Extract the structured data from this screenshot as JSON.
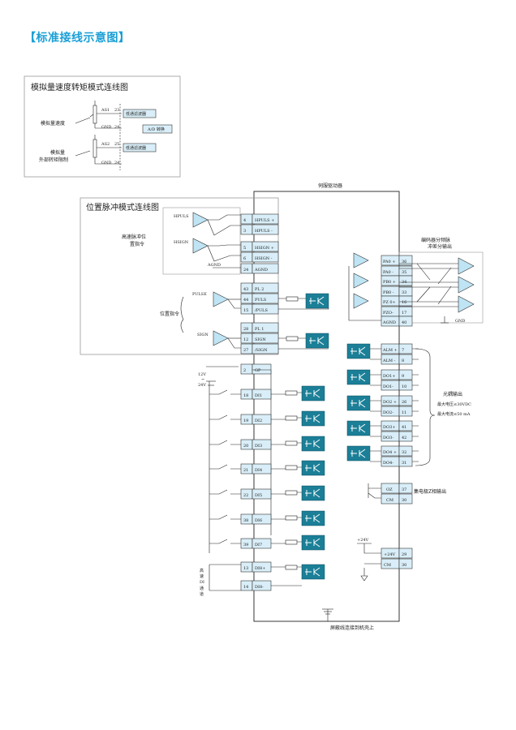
{
  "page": {
    "title": "【标准接线示意图】",
    "accent": "#1a9fd6"
  },
  "analog_panel": {
    "title": "模拟量速度转矩模式连线图",
    "inputs": [
      {
        "label": "模拟量速度",
        "signal": "AS1",
        "pin": "23",
        "block": "低通滤波器"
      },
      {
        "label": "模拟量外部转矩限制",
        "label_lines": [
          "模拟量",
          "外部转矩限制"
        ],
        "signal": "AS2",
        "pin": "25",
        "block": "低通滤波器"
      }
    ],
    "gnd_labels": [
      "GND",
      "GND"
    ],
    "gnd_pins": [
      "24",
      "24"
    ],
    "converter": "A/D 转换"
  },
  "servo_label": "伺服驱动器",
  "pulse_panel": {
    "title": "位置脉冲模式连线图",
    "hs_note": [
      "高速脉冲位",
      "置指令"
    ],
    "hs_signals": [
      "HPULS",
      "HSIGN"
    ],
    "agnd": "AGND",
    "pos_cmd": "位置指令",
    "pos_signals": [
      "PULSE",
      "SIGN"
    ],
    "terminals": [
      {
        "pin": "4",
        "name": "HPULS +"
      },
      {
        "pin": "3",
        "name": "HPULS -"
      },
      {
        "pin": "5",
        "name": "HSIGN +"
      },
      {
        "pin": "6",
        "name": "HSIGN -"
      },
      {
        "pin": "24",
        "name": "AGND"
      },
      {
        "pin": "43",
        "name": "PL 2"
      },
      {
        "pin": "44",
        "name": "PULS"
      },
      {
        "pin": "15",
        "name": "/PULS"
      },
      {
        "pin": "28",
        "name": "PL 1"
      },
      {
        "pin": "12",
        "name": "SIGN"
      },
      {
        "pin": "27",
        "name": "/SIGN"
      }
    ]
  },
  "encoder": {
    "title": [
      "编码器分频脉",
      "冲差分输出"
    ],
    "gnd": "GND",
    "terminals": [
      {
        "name": "PA0 +",
        "pin": "36"
      },
      {
        "name": "PA0 -",
        "pin": "35"
      },
      {
        "name": "PB0 +",
        "pin": "34"
      },
      {
        "name": "PB0 -",
        "pin": "33"
      },
      {
        "name": "PZ 0+",
        "pin": "16"
      },
      {
        "name": "PZO-",
        "pin": "17"
      },
      {
        "name": "AGND",
        "pin": "40"
      }
    ]
  },
  "inputs": {
    "supply": [
      "12V",
      "~",
      "24V"
    ],
    "terminals": [
      {
        "pin": "2",
        "name": "GP"
      },
      {
        "pin": "18",
        "name": "DI1"
      },
      {
        "pin": "19",
        "name": "DI2"
      },
      {
        "pin": "20",
        "name": "DI3"
      },
      {
        "pin": "21",
        "name": "DI4"
      },
      {
        "pin": "22",
        "name": "DI5"
      },
      {
        "pin": "38",
        "name": "DI6"
      },
      {
        "pin": "39",
        "name": "DI7"
      }
    ],
    "hs_label": [
      "高",
      "速",
      "DI",
      "通",
      "道"
    ],
    "hs_terminals": [
      {
        "pin": "13",
        "name": "DI8+"
      },
      {
        "pin": "14",
        "name": "DI8-"
      }
    ]
  },
  "outputs": {
    "terminals": [
      {
        "name": "ALM +",
        "pin": "7"
      },
      {
        "name": "ALM -",
        "pin": "8"
      },
      {
        "name": "DO1+",
        "pin": "9"
      },
      {
        "name": "DO1-",
        "pin": "10"
      },
      {
        "name": "DO2 +",
        "pin": "26"
      },
      {
        "name": "DO2-",
        "pin": "11"
      },
      {
        "name": "DO3+",
        "pin": "41"
      },
      {
        "name": "DO3-",
        "pin": "42"
      },
      {
        "name": "DO4 +",
        "pin": "32"
      },
      {
        "name": "DO4-",
        "pin": "31"
      }
    ],
    "notes": [
      "光耦输出",
      "最大电压≤30VDC",
      "最大电流≤50 mA"
    ]
  },
  "z_output": {
    "terminals": [
      {
        "name": "OZ",
        "pin": "37"
      },
      {
        "name": "CM",
        "pin": "30"
      }
    ],
    "note": "集电极Z相输出"
  },
  "power": {
    "label": "+24V",
    "terminals": [
      {
        "name": "+24V",
        "pin": "29"
      },
      {
        "name": "CM",
        "pin": "30"
      }
    ]
  },
  "shield_note": "屏蔽线连接到机壳上"
}
